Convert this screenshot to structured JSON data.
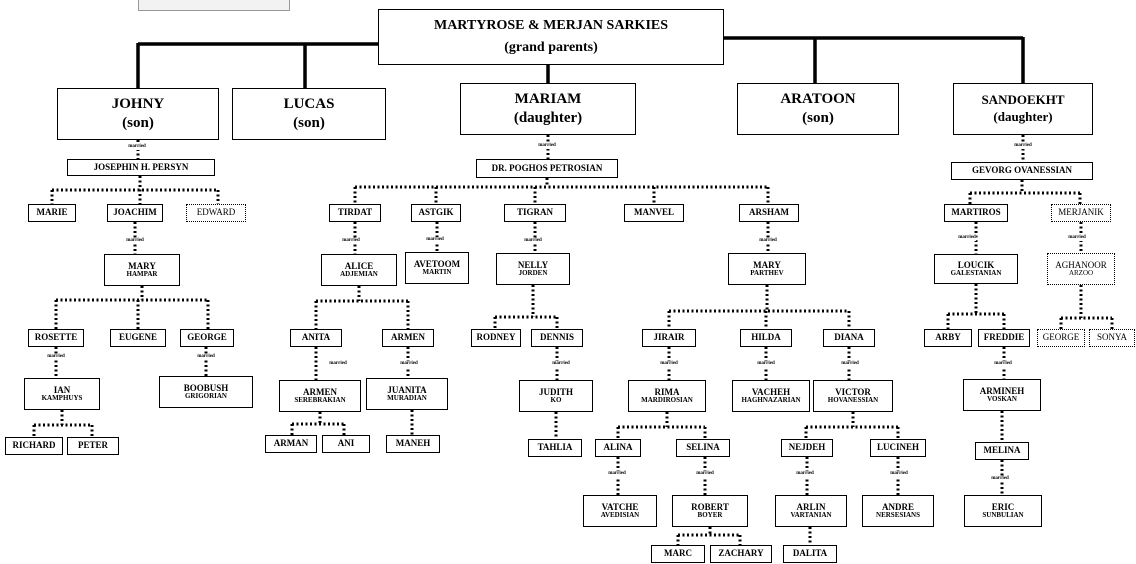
{
  "married_label": "married",
  "grandparents": {
    "line1": "MARTYROSE & MERJAN SARKIES",
    "line2": "(grand parents)"
  },
  "children": [
    {
      "name": "JOHNY",
      "role": "(son)"
    },
    {
      "name": "LUCAS",
      "role": "(son)"
    },
    {
      "name": "MARIAM",
      "role": "(daughter)"
    },
    {
      "name": "ARATOON",
      "role": "(son)"
    },
    {
      "name": "SANDOEKHT",
      "role": "(daughter)"
    }
  ],
  "people": {
    "josephin": "JOSEPHIN H. PERSYN",
    "marie": "MARIE",
    "joachim": "JOACHIM",
    "edward": "EDWARD",
    "mary_h": [
      "MARY",
      "HAMPAR"
    ],
    "rosette": "ROSETTE",
    "eugene": "EUGENE",
    "george_j": "GEORGE",
    "ian": [
      "IAN",
      "KAMPHUYS"
    ],
    "boobush": [
      "BOOBUSH",
      "GRIGORIAN"
    ],
    "richard": "RICHARD",
    "peter": "PETER",
    "poghos": "DR. POGHOS PETROSIAN",
    "tirdat": "TIRDAT",
    "astgik": "ASTGIK",
    "tigran": "TIGRAN",
    "manvel": "MANVEL",
    "arsham": "ARSHAM",
    "alice": [
      "ALICE",
      "ADJEMIAN"
    ],
    "avetoom": [
      "AVETOOM",
      "MARTIN"
    ],
    "nelly": [
      "NELLY",
      "JORDEN"
    ],
    "mary_p": [
      "MARY",
      "PARTHEV"
    ],
    "anita": "ANITA",
    "armen1": "ARMEN",
    "armen_s": [
      "ARMEN",
      "SEREBRAKIAN"
    ],
    "juanita": [
      "JUANITA",
      "MURADIAN"
    ],
    "arman": "ARMAN",
    "ani": "ANI",
    "maneh": "MANEH",
    "rodney": "RODNEY",
    "dennis": "DENNIS",
    "judith": [
      "JUDITH",
      "KO"
    ],
    "tahlia": "TAHLIA",
    "jirair": "JIRAIR",
    "hilda": "HILDA",
    "diana": "DIANA",
    "rima": [
      "RIMA",
      "MARDIROSIAN"
    ],
    "vacheh": [
      "VACHEH",
      "HAGHNAZARIAN"
    ],
    "victor": [
      "VICTOR",
      "HOVANESSIAN"
    ],
    "alina": "ALINA",
    "selina": "SELINA",
    "nejdeh": "NEJDEH",
    "lucineh": "LUCINEH",
    "vatche": [
      "VATCHE",
      "AVEDISIAN"
    ],
    "robert": [
      "ROBERT",
      "BOYER"
    ],
    "arlin": [
      "ARLIN",
      "VARTANIAN"
    ],
    "andre": [
      "ANDRE",
      "NERSESIANS"
    ],
    "marc": "MARC",
    "zachary": "ZACHARY",
    "dalita": "DALITA",
    "gevorg": "GEVORG OVANESSIAN",
    "martiros": "MARTIROS",
    "merjanik": "MERJANIK",
    "loucik": [
      "LOUCIK",
      "GALESTANIAN"
    ],
    "aghanoor": [
      "AGHANOOR",
      "ARZOO"
    ],
    "arby": "ARBY",
    "freddie": "FREDDIE",
    "george_s": "GEORGE",
    "sonya": "SONYA",
    "armineh": [
      "ARMINEH",
      "VOSKAN"
    ],
    "melina": "MELINA",
    "eric": [
      "ERIC",
      "SUNBULIAN"
    ]
  }
}
